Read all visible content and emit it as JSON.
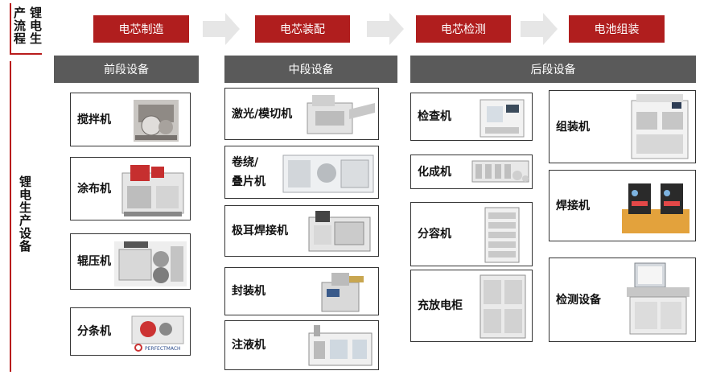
{
  "side": {
    "top_label": "锂电生产流程",
    "bottom_label": "锂电生产设备"
  },
  "stages": [
    "电芯制造",
    "电芯装配",
    "电芯检测",
    "电池组装"
  ],
  "phases": [
    "前段设备",
    "中段设备",
    "后段设备"
  ],
  "equipment": {
    "front": [
      "搅拌机",
      "涂布机",
      "辊压机",
      "分条机"
    ],
    "middle": [
      "激光/模切机",
      "卷绕/\n叠片机",
      "极耳焊接机",
      "封装机",
      "注液机"
    ],
    "back": [
      "检查机",
      "化成机",
      "分容机",
      "充放电柜"
    ],
    "pack": [
      "组装机",
      "焊接机",
      "检测设备"
    ]
  },
  "logo_text": "PERFECTMACH",
  "colors": {
    "stage_red": "#b01e1e",
    "phase_gray": "#5a5a5a",
    "arrow_gray": "#e6e6e6"
  }
}
